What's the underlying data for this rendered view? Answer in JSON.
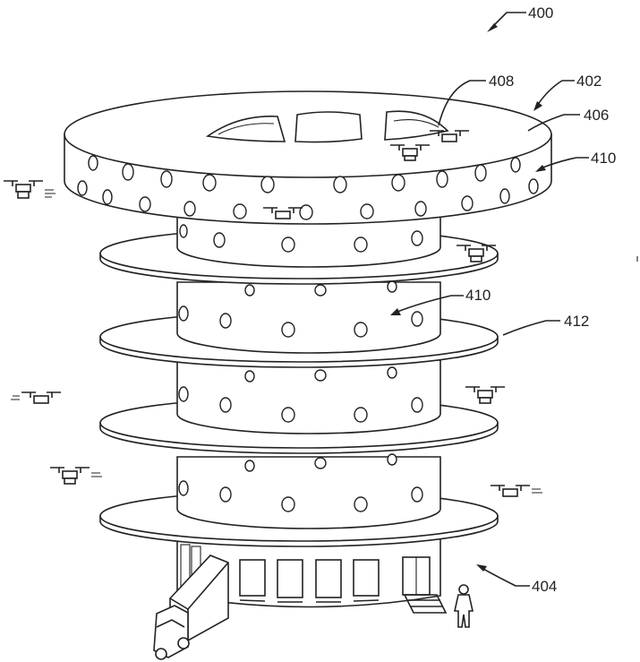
{
  "figure": {
    "labels": {
      "facility": "400",
      "top_platform": "402",
      "ground_level": "404",
      "roof_surface": "406",
      "landing_bay": "408",
      "ports_top": "410",
      "ports_middle": "410",
      "deck": "412"
    }
  }
}
